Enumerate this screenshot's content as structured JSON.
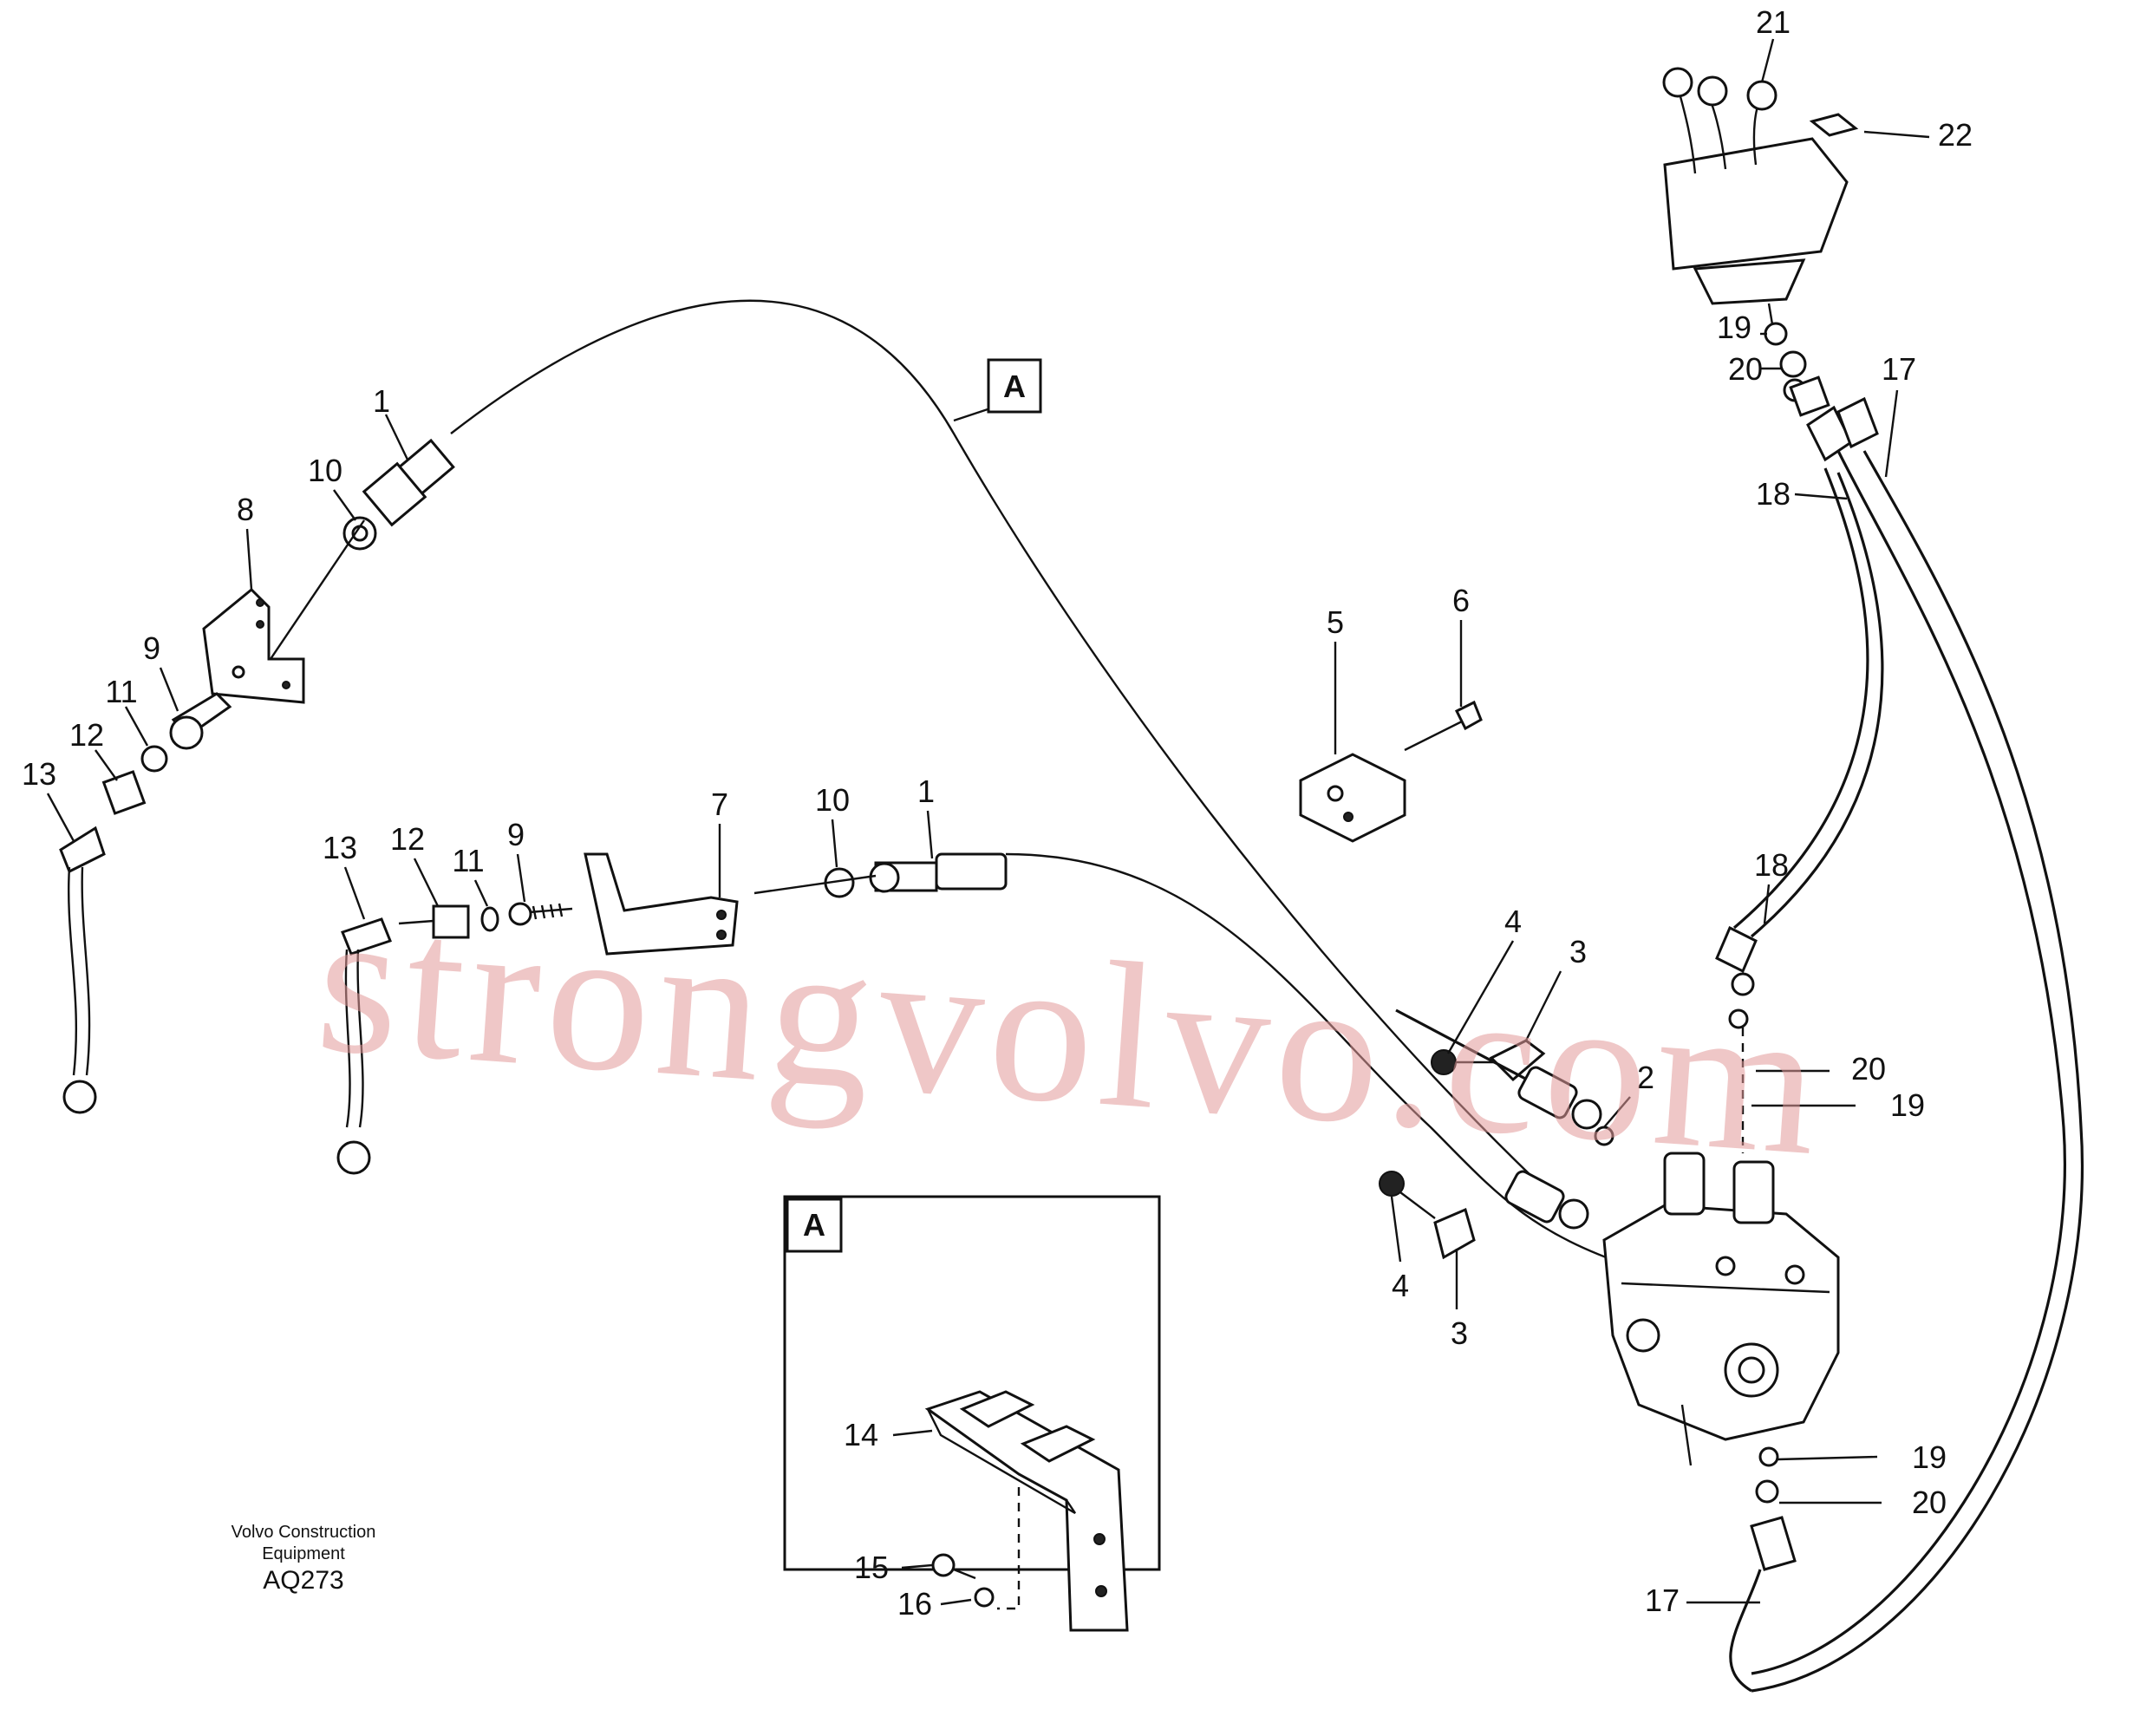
{
  "caption": {
    "company_line1": "Volvo Construction",
    "company_line2": "Equipment",
    "code": "AQ273"
  },
  "watermark": "strongvolvo.com",
  "detail": {
    "label": "A"
  },
  "callout_a": "A",
  "callouts": {
    "c1_top": "1",
    "c10_top": "10",
    "c8": "8",
    "c9_top": "9",
    "c11_top": "11",
    "c12_top": "12",
    "c13_left": "13",
    "c13_mid": "13",
    "c12_mid": "12",
    "c11_mid": "11",
    "c9_mid": "9",
    "c7": "7",
    "c10_mid": "10",
    "c1_mid": "1",
    "c5": "5",
    "c6": "6",
    "c4_top": "4",
    "c3_top": "3",
    "c2": "2",
    "c4_bot": "4",
    "c3_bot": "3",
    "c21": "21",
    "c22": "22",
    "c19_top": "19",
    "c20_top": "20",
    "c17_top": "17",
    "c18_top": "18",
    "c18_mid": "18",
    "c20_mid": "20",
    "c19_mid": "19",
    "c19_low": "19",
    "c20_low": "20",
    "c17_bot": "17",
    "c14": "14",
    "c15": "15",
    "c16": "16"
  }
}
